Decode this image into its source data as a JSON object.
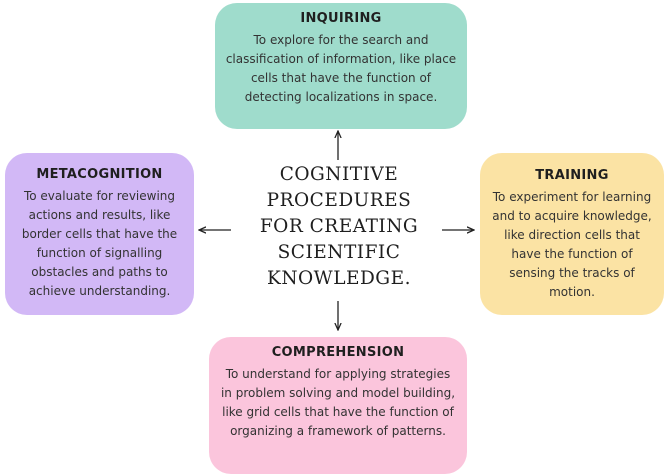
{
  "center": {
    "lines": [
      "COGNITIVE",
      "PROCEDURES",
      "FOR CREATING",
      "SCIENTIFIC",
      "KNOWLEDGE."
    ]
  },
  "cards": {
    "inquiring": {
      "title": "INQUIRING",
      "text": "To explore for the search and classification of information, like place cells that have the function of detecting localizations in space.",
      "color": "#9fdccc"
    },
    "training": {
      "title": "TRAINING",
      "text": "To experiment for learning and to acquire knowledge, like direction cells that have the function of sensing the tracks of motion.",
      "color": "#fbe3a4"
    },
    "metacognition": {
      "title": "METACOGNITION",
      "text": "To evaluate for reviewing actions and results, like border cells that have the function of signalling obstacles and paths to achieve understanding.",
      "color": "#d2b8f6"
    },
    "comprehension": {
      "title": "COMPREHENSION",
      "text": "To understand for applying strategies in problem solving and model building, like grid cells that have the function of organizing a framework of patterns.",
      "color": "#fbc5dc"
    }
  },
  "arrow_color": "#222222"
}
